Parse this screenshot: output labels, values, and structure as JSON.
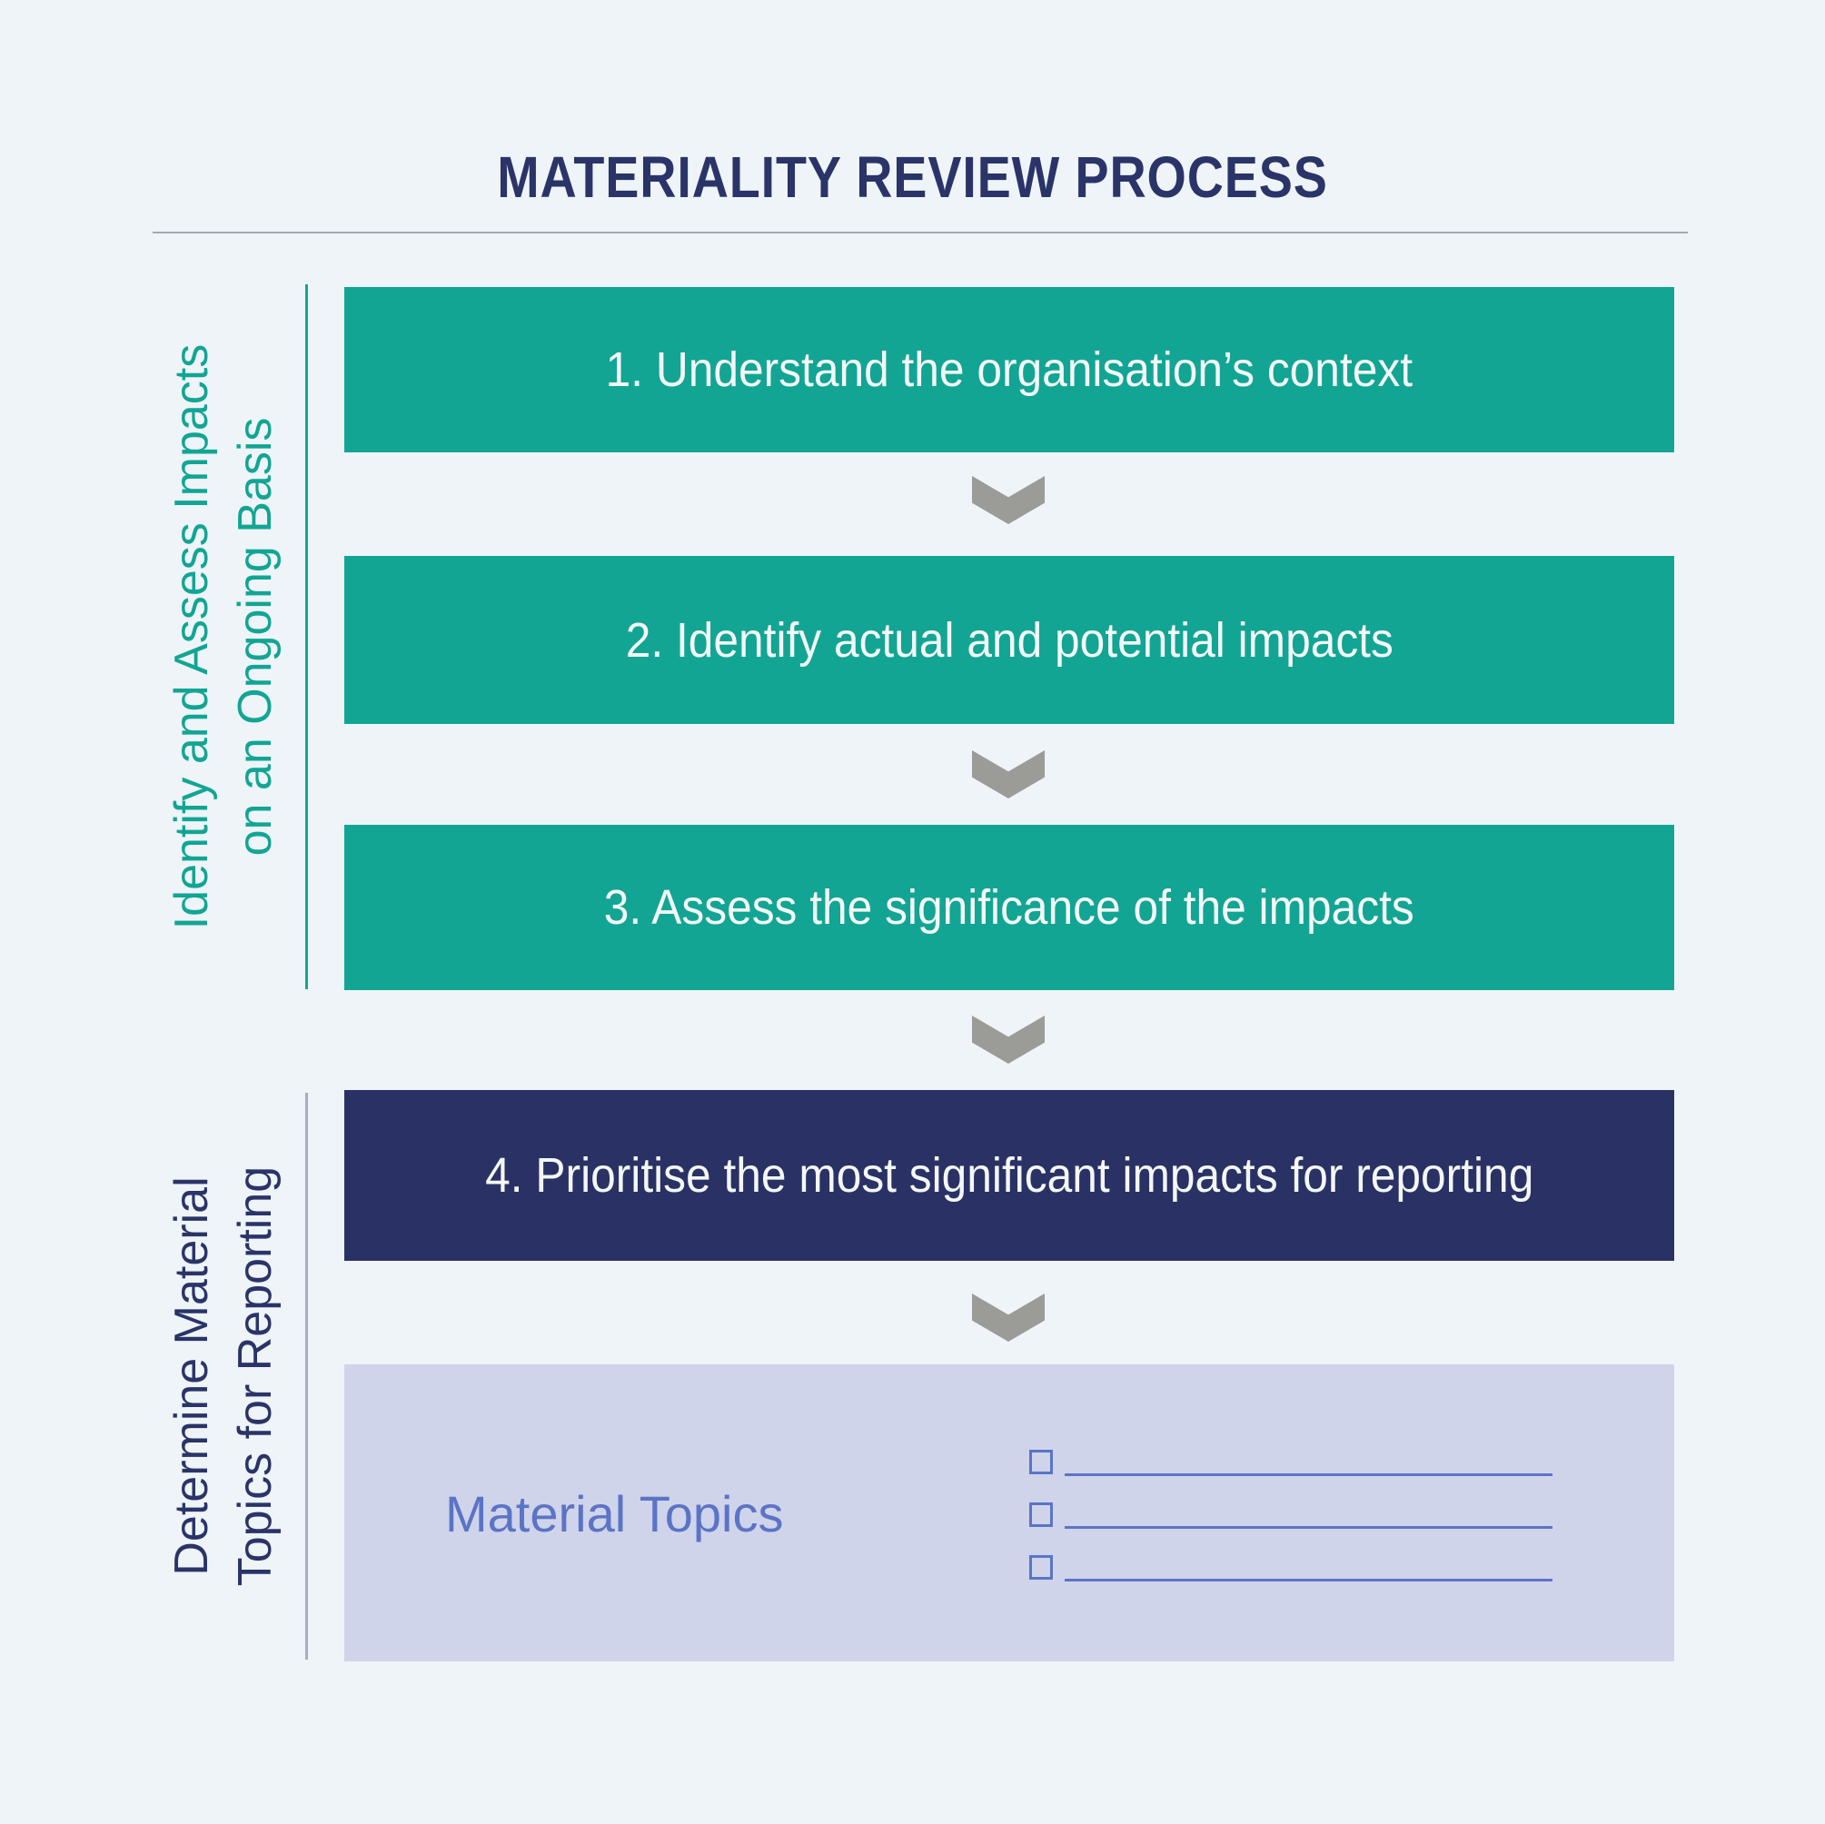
{
  "title": "MATERIALITY REVIEW PROCESS",
  "phases": [
    {
      "label_line1": "Identify and Assess Impacts",
      "label_line2": "on an Ongoing Basis",
      "color": "#12a594",
      "covers_steps": [
        1,
        2,
        3
      ]
    },
    {
      "label_line1": "Determine Material",
      "label_line2": "Topics for Reporting",
      "color": "#2a3468",
      "covers_steps": [
        4
      ]
    }
  ],
  "steps": [
    {
      "text": "1. Understand the organisation’s context",
      "variant": "teal"
    },
    {
      "text": "2. Identify actual and potential impacts",
      "variant": "teal"
    },
    {
      "text": "3. Assess the significance of the impacts",
      "variant": "teal"
    },
    {
      "text": "4. Prioritise the most significant impacts for reporting",
      "variant": "navy"
    }
  ],
  "connector_icon": "chevron-down",
  "material_topics": {
    "label": "Material Topics",
    "checklist_row_count": 3
  },
  "colors": {
    "bg": "#eef4f8",
    "teal": "#12a594",
    "navy": "#2a3164",
    "title-navy": "#2a3468",
    "lavender": "#cfd4eb",
    "periwinkle": "#5b74c5",
    "arrow-gray": "#9b9b98",
    "rule-gray": "#a3a9b2",
    "navy-rail": "#a5adca"
  }
}
